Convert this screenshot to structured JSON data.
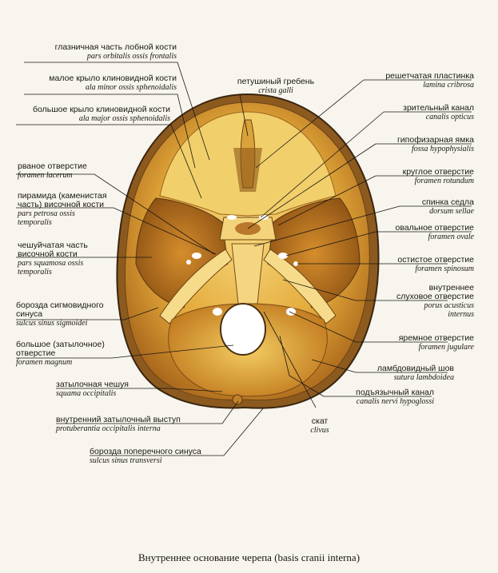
{
  "caption": "Внутреннее основание черепа (basis cranii interna)",
  "labels": [
    {
      "id": "pars-orbitalis",
      "ru": [
        "глазничная часть лобной кости"
      ],
      "la": [
        "pars orbitalis ossis frontalis"
      ]
    },
    {
      "id": "ala-minor",
      "ru": [
        "малое крыло клиновидной кости"
      ],
      "la": [
        "ala minor ossis sphenoidalis"
      ]
    },
    {
      "id": "ala-major",
      "ru": [
        "большое крыло клиновидной кости"
      ],
      "la": [
        "ala major ossis sphenoidalis"
      ]
    },
    {
      "id": "foramen-lacerum",
      "ru": [
        "рваное отверстие"
      ],
      "la": [
        "foramen lacerum"
      ]
    },
    {
      "id": "pars-petrosa",
      "ru": [
        "пирамида (каменистая",
        "часть) височной кости"
      ],
      "la": [
        "pars petrosa ossis",
        "temporalis"
      ]
    },
    {
      "id": "pars-squamosa",
      "ru": [
        "чешуйчатая часть",
        "височной кости"
      ],
      "la": [
        "pars squamosa ossis",
        "temporalis"
      ]
    },
    {
      "id": "sulcus-sigmoidei",
      "ru": [
        "борозда сигмовидного",
        "синуса"
      ],
      "la": [
        "sulcus sinus sigmoidei"
      ]
    },
    {
      "id": "foramen-magnum",
      "ru": [
        "большое (затылочное)",
        "отверстие"
      ],
      "la": [
        "foramen magnum"
      ]
    },
    {
      "id": "squama-occipitalis",
      "ru": [
        "затылочная чешуя"
      ],
      "la": [
        "squama occipitalis"
      ]
    },
    {
      "id": "protuberantia",
      "ru": [
        "внутренний затылочный выступ"
      ],
      "la": [
        "protuberantia occipitalis interna"
      ]
    },
    {
      "id": "sulcus-transversi",
      "ru": [
        "борозда поперечного синуса"
      ],
      "la": [
        "sulcus sinus transversi"
      ]
    },
    {
      "id": "clivus",
      "ru": [
        "скат"
      ],
      "la": [
        "clivus"
      ]
    },
    {
      "id": "canalis-hypoglossi",
      "ru": [
        "подъязычный канал"
      ],
      "la": [
        "canalis nervi hypoglossi"
      ]
    },
    {
      "id": "sutura-lambdoidea",
      "ru": [
        "ламбдовидный шов"
      ],
      "la": [
        "sutura lambdoidea"
      ]
    },
    {
      "id": "foramen-jugulare",
      "ru": [
        "яремное отверстие"
      ],
      "la": [
        "foramen jugulare"
      ]
    },
    {
      "id": "porus-acusticus",
      "ru": [
        "внутреннее",
        "слуховое отверстие"
      ],
      "la": [
        "porus acusticus",
        "internus"
      ]
    },
    {
      "id": "foramen-spinosum",
      "ru": [
        "остистое отверстие"
      ],
      "la": [
        "foramen spinosum"
      ]
    },
    {
      "id": "foramen-ovale",
      "ru": [
        "овальное отверстие"
      ],
      "la": [
        "foramen ovale"
      ]
    },
    {
      "id": "dorsum-sellae",
      "ru": [
        "спинка седла"
      ],
      "la": [
        "dorsum sellae"
      ]
    },
    {
      "id": "foramen-rotundum",
      "ru": [
        "круглое отверстие"
      ],
      "la": [
        "foramen rotundum"
      ]
    },
    {
      "id": "fossa-hypophysialis",
      "ru": [
        "гипофизарная ямка"
      ],
      "la": [
        "fossa hypophysialis"
      ]
    },
    {
      "id": "canalis-opticus",
      "ru": [
        "зрительный канал"
      ],
      "la": [
        "canalis opticus"
      ]
    },
    {
      "id": "lamina-cribrosa",
      "ru": [
        "решетчатая пластинка"
      ],
      "la": [
        "lamina cribrosa"
      ]
    },
    {
      "id": "crista-galli",
      "ru": [
        "петушиный гребень"
      ],
      "la": [
        "crista galli"
      ]
    }
  ]
}
